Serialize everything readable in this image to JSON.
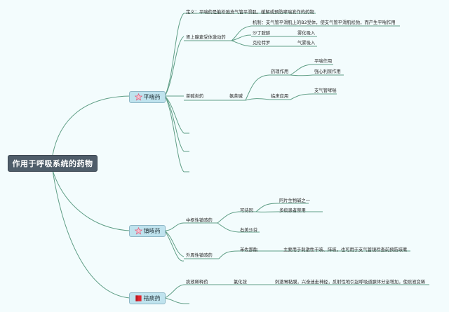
{
  "root": {
    "title": "作用于呼吸系统的药物"
  },
  "categories": [
    {
      "label": "平喘药",
      "icon": "star-icon"
    },
    {
      "label": "镇咳药",
      "icon": "star-icon"
    },
    {
      "label": "祛痰药",
      "icon": "red-flag-icon"
    }
  ],
  "pingchuan": {
    "definition": "定义：平喘药是能松弛支气管平滑肌，缓解或预防哮喘发作的药物",
    "beta_group": "肾上腺素受体激动药",
    "beta_mechanism": "机制：支气管平滑肌上的B2受体，使支气管平滑肌松弛，而产生平喘作用",
    "salbutamol": "沙丁胺醇",
    "salbutamol_use": "雾化吸入",
    "clenbuterol": "克伦特罗",
    "clenbuterol_use": "气雾吸入",
    "theophylline_group": "茶碱类药",
    "aminophylline": "氨茶碱",
    "pharmacology": "药理作用",
    "effect_1": "平喘作用",
    "effect_2": "强心利尿作用",
    "clinical": "临床应用",
    "indication": "支气管哮喘"
  },
  "zhenke": {
    "central": "中枢性镇咳药",
    "codeine": "可待因",
    "codeine_note_1": "阿片生物碱之一",
    "codeine_note_2": "多痰患者禁用",
    "dextromethorphan": "右美沙芬",
    "peripheral": "外周性镇咳药",
    "benzonatate": "苯佐那酯",
    "benzonatate_use": "主要用于刺激性干咳、阵咳，也可用于支气管镜检查前预防咳嗽"
  },
  "qutan": {
    "dilute": "痰液稀释药",
    "ammonium_chloride": "氯化铵",
    "ammonium_desc": "刺激胃黏膜，兴奋迷走神经，反射性地引起呼吸道腺体分泌增加，使痰液变稀"
  },
  "colors": {
    "line": "#5f9e86",
    "background": "#f3fcfd",
    "root": "#4f5d6a",
    "category": "#bfe3ee",
    "flag": "#e0262f",
    "star": "#e05a7a"
  }
}
